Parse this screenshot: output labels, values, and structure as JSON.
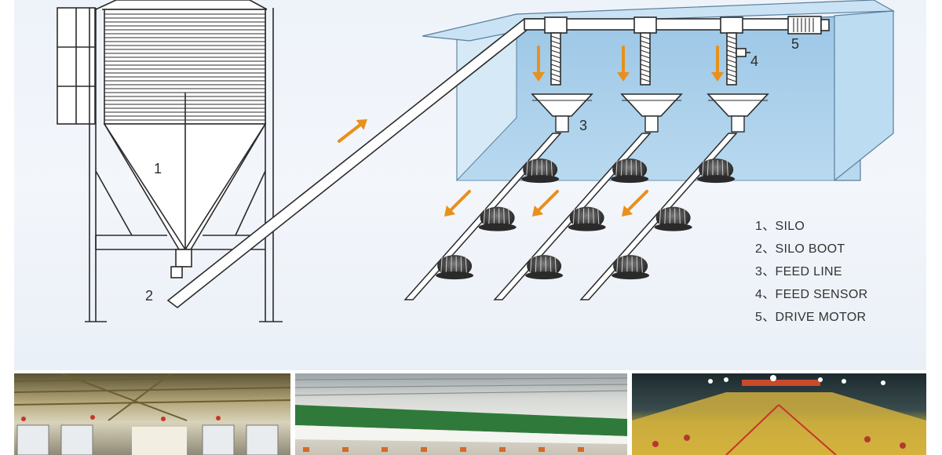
{
  "callouts": {
    "c1": "1",
    "c2": "2",
    "c3": "3",
    "c4": "4",
    "c5": "5"
  },
  "legend": {
    "items": [
      "1、SILO",
      "2、SILO BOOT",
      "3、FEED LINE",
      "4、FEED SENSOR",
      "5、DRIVE MOTOR"
    ]
  },
  "colors": {
    "arrow": "#e8901c",
    "wall": "#a8cde8",
    "roof": "#c6e2f4",
    "line": "#2b2b2b",
    "pan": "#3a3a3a"
  }
}
